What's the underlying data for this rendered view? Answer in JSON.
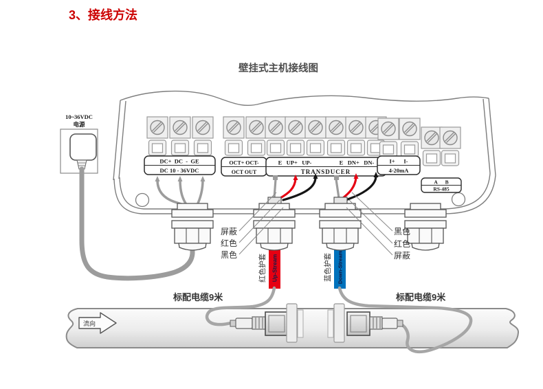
{
  "page": {
    "section_title": "3、接线方法",
    "diagram_title": "壁挂式主机接线图"
  },
  "power_supply": {
    "voltage": "10~36VDC",
    "label": "电源"
  },
  "terminal_blocks": {
    "dc": {
      "row1": "DC+  DC  -  GE",
      "row2": "DC 10 - 36VDC"
    },
    "oct": {
      "row1": "OCT+ OCT-",
      "row2": "OCT OUT"
    },
    "transducer": {
      "up": "E   UP+   UP-",
      "dn": "E   DN+   DN-",
      "name": "TRANSDUCER"
    },
    "current_loop": {
      "row1": "I+      I-",
      "row2": "4-20mA"
    },
    "rs485": {
      "row1": "A      B",
      "row2": "RS-485"
    }
  },
  "wire_labels": {
    "left": [
      "屏蔽",
      "红色",
      "黑色"
    ],
    "right": [
      "黑色",
      "红色",
      "屏蔽"
    ]
  },
  "cables": {
    "red_sheath": "红色护套",
    "up_stream": "Up-Stream",
    "blue_sheath": "蓝色护套",
    "down_stream": "Down-Stream",
    "standard_left": "标配电缆9米",
    "standard_right": "标配电缆9米"
  },
  "pipe": {
    "flow": "流向"
  },
  "colors": {
    "title_red": "#cc0000",
    "accent_red": "#e60012",
    "accent_blue": "#0072bc"
  }
}
